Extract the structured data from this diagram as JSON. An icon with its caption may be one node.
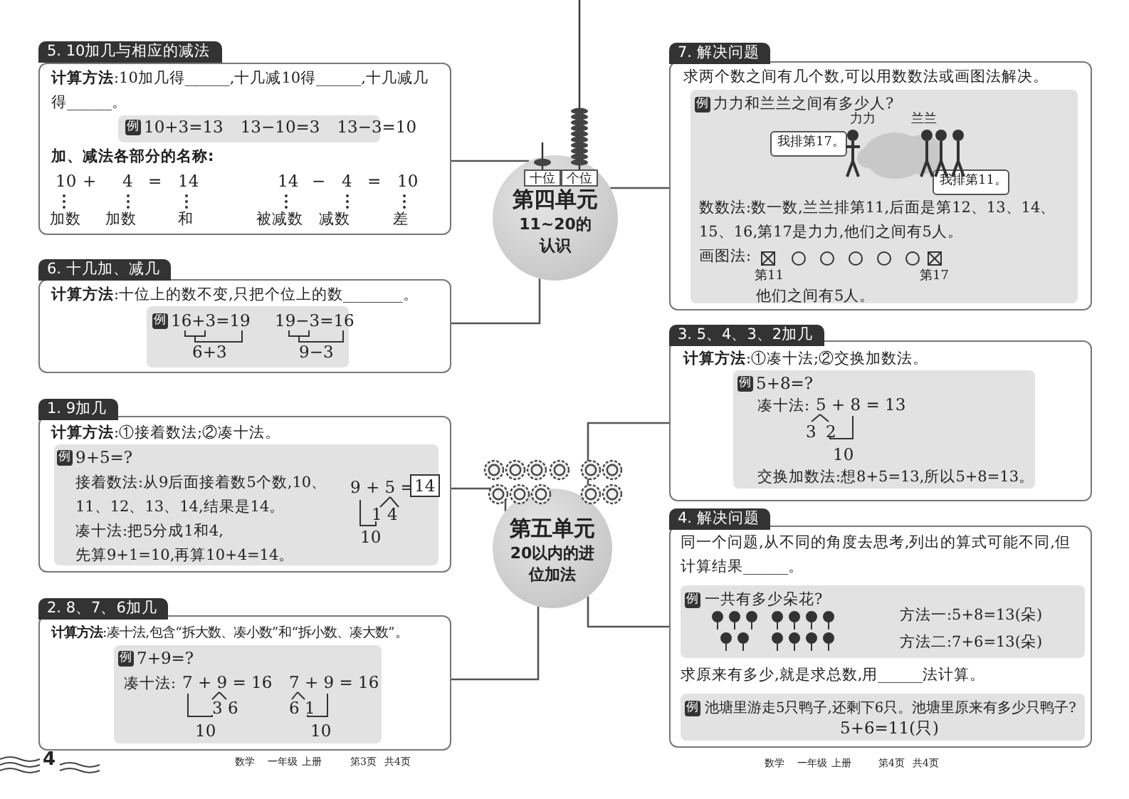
{
  "diagram": {
    "nodes": [
      {
        "text": [
          "第四单元",
          "11~20的认识"
        ]
      },
      {
        "text": [
          "5. 10加几与相应的减法",
          "**计算方法**:10加几得______,十几减10得______,十几减几得______。",
          "例",
          "10+3=13　13−10=3　13−3=10",
          "加、减法各部分的名称:",
          "10",
          "+",
          "4",
          "=",
          "14",
          "14",
          "−",
          "4",
          "=",
          "10",
          "加数",
          "加数",
          "和",
          "被减数",
          "减数",
          "差"
        ]
      },
      {
        "text": [
          "6. 十几加、减几",
          "**计算方法**:十位上的数不变,只把个位上的数________。",
          "例",
          "16+3=19",
          "6+3",
          "19−3=16",
          "9−3"
        ]
      },
      {
        "text": [
          "7. 解决问题",
          "求两个数之间有几个数,可以用数数法或画图法解决。",
          "例",
          "力力和兰兰之间有多少人?",
          "力力",
          "兰兰",
          "数数法:数一数,兰兰排第11,后面是第12、13、14、15、16,第17是力力,他们之间有5人。",
          "画图法:",
          "第11",
          "第17",
          "他们之间有5人。"
        ]
      },
      {
        "text": [
          "第五单元",
          "20以内的进位加法"
        ]
      },
      {
        "text": [
          "1. 9加几",
          "**计算方法**:①接着数法;②凑十法。",
          "例",
          "9+5=?",
          "接着数法:从9后面接着数5个数,10、11、12、13、14,结果是14。",
          "凑十法:把5分成1和4,",
          "先算9+1=10,再算10+4=14。",
          "9 + 5 =",
          "14",
          "1",
          "4",
          "10"
        ]
      },
      {
        "text": [
          "2. 8、7、6加几",
          "**计算方法**:凑十法,包含“拆大数、凑小数”和“拆小数、凑大数”。",
          "例",
          "7+9=?",
          "凑十法:",
          "7 + 9 = 16",
          "3",
          "6",
          "10",
          "7 + 9 = 16",
          "6",
          "1",
          "10"
        ]
      },
      {
        "text": [
          "3. 5、4、3、2加几",
          "**计算方法**:①凑十法;②交换加数法。",
          "例",
          "5+8=?",
          "凑十法:",
          "5 + 8 = 13",
          "3",
          "2",
          "10",
          "交换加数法:想8+5=13,所以5+8=13。"
        ]
      },
      {
        "text": [
          "4. 解决问题",
          "同一个问题,从不同的角度去思考,列出的算式可能不同,但计算结果______。",
          "例",
          "一共有多少朵花?",
          "方法一:5+8=13(朵)",
          "方法二:7+6=13(朵)",
          "求原来有多少,就是求总数,用______法计算。",
          "例",
          "池塘里游走5只鸭子,还剩下6只。池塘里原来有多少只鸭子?",
          "5+6=11(只)"
        ]
      },
      {
        "text": [
          "我排第17。"
        ],
        "in": 3
      },
      {
        "text": [
          "我排第11。"
        ],
        "in": 3
      }
    ],
    "edges": [
      {
        "from": 0,
        "to": 1,
        "arrow": "none"
      },
      {
        "from": 0,
        "to": 2,
        "arrow": "none"
      },
      {
        "from": 0,
        "to": 3,
        "arrow": "none"
      },
      {
        "from": 4,
        "to": 5,
        "arrow": "none"
      },
      {
        "from": 4,
        "to": 6,
        "arrow": "none"
      },
      {
        "from": 4,
        "to": 7,
        "arrow": "none"
      },
      {
        "from": 4,
        "to": 8,
        "arrow": "none"
      }
    ],
    "labels": [
      "十位",
      "个位",
      "4",
      "数学",
      "一年级",
      "上册",
      "第3页",
      "共4页",
      "数学",
      "一年级",
      "上册",
      "第4页",
      "共4页"
    ]
  }
}
